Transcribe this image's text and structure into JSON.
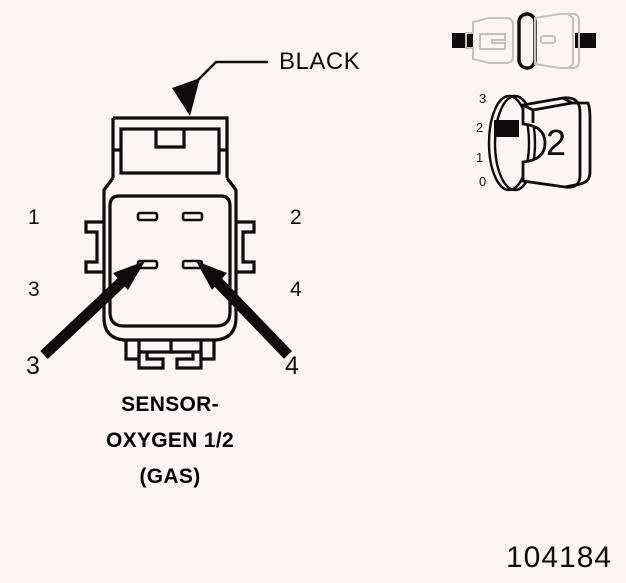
{
  "page": {
    "background_color": "#fdf5f3",
    "ink_color": "#120b0b",
    "part_number": "104184"
  },
  "wire_callout": {
    "label": "BLACK",
    "leader_icon": "arrow-down-left-icon"
  },
  "connector": {
    "name": "connector-face-view",
    "pin_labels": {
      "top_left": "1",
      "top_right": "2",
      "bottom_left": "3",
      "bottom_right": "4"
    },
    "terminal_callouts": [
      {
        "label": "3",
        "side": "left",
        "icon": "arrow-up-right-icon"
      },
      {
        "label": "4",
        "side": "right",
        "icon": "arrow-up-left-icon"
      }
    ]
  },
  "caption": {
    "lines": [
      "SENSOR-",
      "OXYGEN 1/2",
      "(GAS)"
    ]
  },
  "side_view_icon": {
    "name": "mated-connector-side-view",
    "description": "plug-and-receptacle-icon"
  },
  "cavity_indicator": {
    "name": "terminal-cavity-size-indicator",
    "cavity_label": "2",
    "scale_labels": [
      "3",
      "2",
      "1",
      "0"
    ],
    "marker_position_label": "2"
  }
}
